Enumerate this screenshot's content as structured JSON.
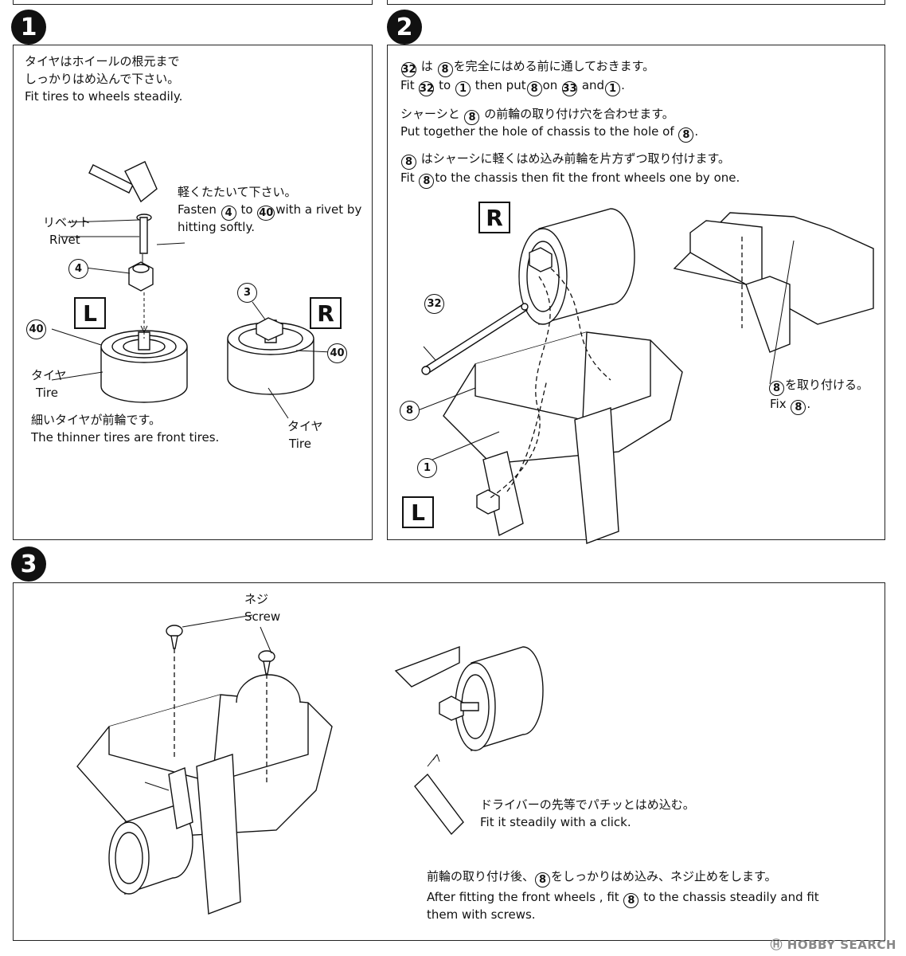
{
  "step1": {
    "number": "1",
    "jp_title_1": "タイヤはホイールの根元まで",
    "jp_title_2": "しっかりはめ込んで下さい。",
    "en_title": "Fit tires to wheels steadily.",
    "rivet_jp": "リベット",
    "rivet_en": "Rivet",
    "part_4": "4",
    "part_3": "3",
    "part_40": "40",
    "part_40b": "40",
    "hammer_jp": "軽くたたいて下さい。",
    "hammer_en_1": "Fasten",
    "hammer_en_2": "to",
    "hammer_en_3": "with a rivet by",
    "hammer_en_4": "hitting softly.",
    "hammer_part_4": "4",
    "hammer_part_40": "40",
    "left_mark": "L",
    "right_mark": "R",
    "tire_jp_left": "タイヤ",
    "tire_en_left": "Tire",
    "tire_jp_right": "タイヤ",
    "tire_en_right": "Tire",
    "note_jp": "細いタイヤが前輪です。",
    "note_en": "The thinner tires are front tires."
  },
  "step2": {
    "number": "2",
    "l1_jp_a": "は",
    "l1_jp_b": "を完全にはめる前に通しておきます。",
    "l1_p32": "32",
    "l1_p8": "8",
    "l2_a": "Fit",
    "l2_b": "to",
    "l2_c": "then put",
    "l2_d": "on",
    "l2_e": "and",
    "l2_f": ".",
    "l2_p32": "32",
    "l2_p1": "1",
    "l2_p8": "8",
    "l2_p33": "33",
    "l2_p1b": "1",
    "l3_jp_a": "シャーシと",
    "l3_jp_b": "の前輪の取り付け穴を合わせます。",
    "l3_p8": "8",
    "l4_a": "Put together the hole of chassis to the hole of",
    "l4_b": ".",
    "l4_p8": "8",
    "l5_jp": "はシャーシに軽くはめ込み前輪を片方ずつ取り付けます。",
    "l5_p8": "8",
    "l6_a": "Fit",
    "l6_b": "to the chassis then fit the front wheels one by one.",
    "l6_p8": "8",
    "right_mark": "R",
    "left_mark": "L",
    "part_32": "32",
    "part_8": "8",
    "part_1": "1",
    "fix_jp": "を取り付ける。",
    "fix_en": "Fix",
    "fix_p8": "8",
    "fix_p8b": "8",
    "fix_dot": "."
  },
  "step3": {
    "number": "3",
    "screw_jp": "ネジ",
    "screw_en": "Screw",
    "driver_jp": "ドライバーの先等でパチッとはめ込む。",
    "driver_en": "Fit it steadily with a click.",
    "after_jp_a": "前輪の取り付け後、",
    "after_jp_b": "をしっかりはめ込み、ネジ止めをします。",
    "after_p8": "8",
    "after_en_a": "After fitting the front wheels , fit",
    "after_en_b": "to the chassis steadily and fit",
    "after_en_c": "them with screws.",
    "after_p8b": "8"
  },
  "watermark": "HOBBY SEARCH",
  "watermark_prefix": "Ⓗ"
}
